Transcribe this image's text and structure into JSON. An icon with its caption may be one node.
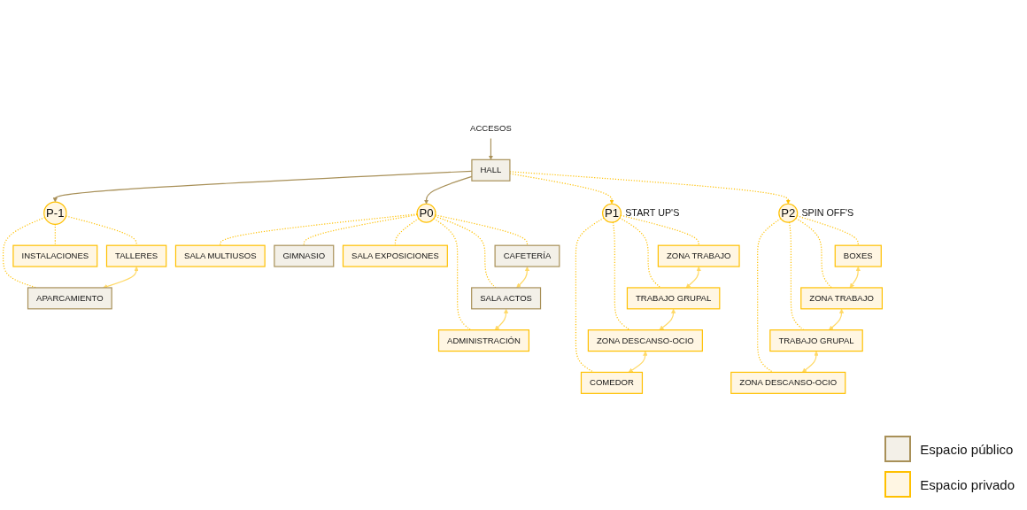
{
  "diagram": {
    "nodes": [
      {
        "text": [
          "ACCESOS"
        ]
      },
      {
        "text": [
          "HALL"
        ]
      },
      {
        "text": [
          "P-1"
        ]
      },
      {
        "text": [
          "TALLERES"
        ]
      },
      {
        "text": [
          "APARCAMIENTO"
        ]
      },
      {
        "text": [
          "INSTALACIONES"
        ]
      },
      {
        "text": [
          "P0"
        ]
      },
      {
        "text": [
          "CAFETERÍA"
        ]
      },
      {
        "text": [
          "SALA MULTIUSOS"
        ]
      },
      {
        "text": [
          "SALA ACTOS"
        ]
      },
      {
        "text": [
          "GIMNASIO"
        ]
      },
      {
        "text": [
          "ADMINISTRACIÓN"
        ]
      },
      {
        "text": [
          "SALA EXPOSICIONES"
        ]
      },
      {
        "text": [
          "P1"
        ],
        "beside": [
          "START UP'S"
        ]
      },
      {
        "text": [
          "ZONA TRABAJO"
        ]
      },
      {
        "text": [
          "TRABAJO GRUPAL"
        ]
      },
      {
        "text": [
          "ZONA DESCANSO-OCIO"
        ]
      },
      {
        "text": [
          "COMEDOR"
        ]
      },
      {
        "text": [
          "P2"
        ],
        "beside": [
          "SPIN OFF'S"
        ]
      },
      {
        "text": [
          "BOXES"
        ]
      },
      {
        "text": [
          "ZONA TRABAJO"
        ]
      },
      {
        "text": [
          "TRABAJO GRUPAL"
        ]
      },
      {
        "text": [
          "ZONA DESCANSO-OCIO"
        ]
      }
    ],
    "edges": [
      {
        "from": 0,
        "to": 1,
        "arrow": "to",
        "color": "#a89058"
      },
      {
        "from": 1,
        "to": 2,
        "arrow": "to",
        "color": "#a89058"
      },
      {
        "from": 1,
        "to": 6,
        "arrow": "to",
        "color": "#a89058"
      },
      {
        "from": 1,
        "to": 13,
        "arrow": "to",
        "style": "dashed"
      },
      {
        "from": 1,
        "to": 18,
        "arrow": "to",
        "style": "dashed"
      },
      {
        "from": 2,
        "to": 3,
        "arrow": "none",
        "style": "dashed"
      },
      {
        "from": 2,
        "to": 4,
        "arrow": "none",
        "style": "dashed"
      },
      {
        "from": 2,
        "to": 5,
        "arrow": "none",
        "style": "dashed"
      },
      {
        "from": 3,
        "to": 4,
        "arrow": "both",
        "color": "#ffd966"
      },
      {
        "from": 6,
        "to": 7,
        "arrow": "none",
        "style": "dashed"
      },
      {
        "from": 6,
        "to": 8,
        "arrow": "none",
        "style": "dashed"
      },
      {
        "from": 6,
        "to": 9,
        "arrow": "none",
        "style": "dashed"
      },
      {
        "from": 6,
        "to": 10,
        "arrow": "none",
        "style": "dashed"
      },
      {
        "from": 6,
        "to": 11,
        "arrow": "none",
        "style": "dashed"
      },
      {
        "from": 6,
        "to": 12,
        "arrow": "none",
        "style": "dashed"
      },
      {
        "from": 7,
        "to": 9,
        "arrow": "both",
        "color": "#ffd966"
      },
      {
        "from": 9,
        "to": 11,
        "arrow": "both",
        "color": "#ffd966"
      },
      {
        "from": 13,
        "to": 14,
        "arrow": "none",
        "style": "dashed"
      },
      {
        "from": 13,
        "to": 15,
        "arrow": "none",
        "style": "dashed"
      },
      {
        "from": 13,
        "to": 16,
        "arrow": "none",
        "style": "dashed"
      },
      {
        "from": 13,
        "to": 17,
        "arrow": "none",
        "style": "dashed"
      },
      {
        "from": 14,
        "to": 15,
        "arrow": "both",
        "color": "#ffd966"
      },
      {
        "from": 15,
        "to": 16,
        "arrow": "both",
        "color": "#ffd966"
      },
      {
        "from": 16,
        "to": 17,
        "arrow": "both",
        "color": "#ffd966"
      },
      {
        "from": 18,
        "to": 19,
        "arrow": "none",
        "style": "dashed"
      },
      {
        "from": 18,
        "to": 20,
        "arrow": "none",
        "style": "dashed"
      },
      {
        "from": 18,
        "to": 21,
        "arrow": "none",
        "style": "dashed"
      },
      {
        "from": 18,
        "to": 22,
        "arrow": "none",
        "style": "dashed"
      },
      {
        "from": 19,
        "to": 20,
        "arrow": "both",
        "color": "#ffd966"
      },
      {
        "from": 20,
        "to": 21,
        "arrow": "both",
        "color": "#ffd966"
      },
      {
        "from": 21,
        "to": 22,
        "arrow": "both",
        "color": "#ffd966"
      }
    ],
    "legend": [
      {
        "text": "Espacio público",
        "color": "#f3f0e8"
      },
      {
        "text": "Espacio privado",
        "color": "#fff6e3"
      }
    ]
  }
}
